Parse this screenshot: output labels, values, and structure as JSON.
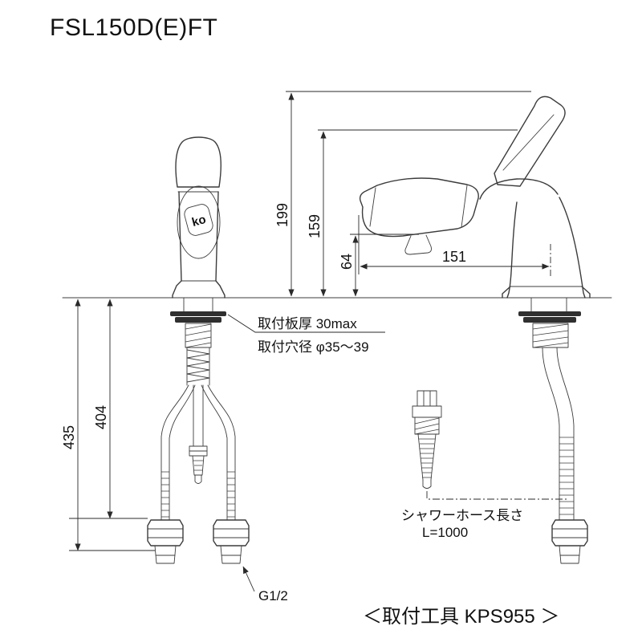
{
  "title": "FSL150D(E)FT",
  "drawing": {
    "logo_text": "ko",
    "dimensions": {
      "total_height": "199",
      "spout_top_height": "159",
      "outlet_height": "64",
      "spout_reach": "151",
      "hose_drop_outer": "435",
      "hose_drop_inner": "404"
    },
    "annotations": {
      "mount_thickness": "取付板厚 30max",
      "mount_hole_dia": "取付穴径 φ35～39",
      "thread_size": "G1/2",
      "hose_note_line1": "シャワーホース長さ",
      "hose_note_line2": "L=1000",
      "tool_note": "＜取付工具 KPS955 ＞"
    }
  },
  "colors": {
    "line": "#3c3c3c",
    "dimension": "#2a2a2a",
    "text": "#111111",
    "background": "#ffffff"
  }
}
